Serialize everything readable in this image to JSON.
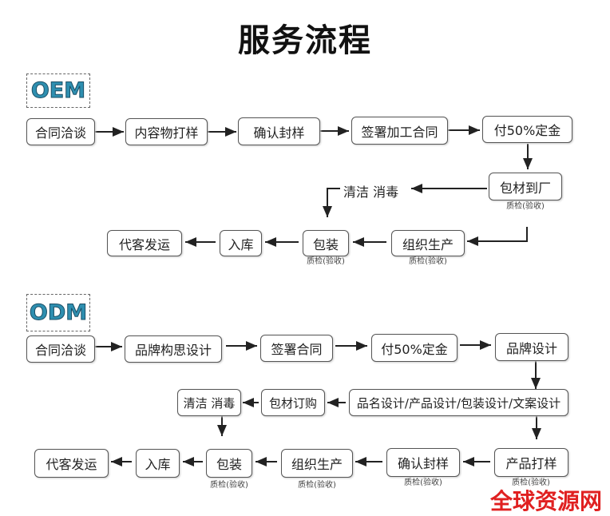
{
  "title": "服务流程",
  "oem": {
    "label": "OEM",
    "steps": [
      "合同洽谈",
      "内容物打样",
      "确认封样",
      "签署加工合同",
      "付50%定金",
      "包材到厂",
      "清洁 消毒",
      "包装",
      "组织生产",
      "入库",
      "代客发运"
    ],
    "qc": "质检(验收)"
  },
  "odm": {
    "label": "ODM",
    "steps": [
      "合同洽谈",
      "品牌构思设计",
      "签署合同",
      "付50%定金",
      "品牌设计",
      "品名设计/产品设计/包装设计/文案设计",
      "包材订购",
      "清洁 消毒",
      "产品打样",
      "确认封样",
      "组织生产",
      "包装",
      "入库",
      "代客发运"
    ],
    "qc": "质检(验收)"
  },
  "watermark": "全球资源网"
}
